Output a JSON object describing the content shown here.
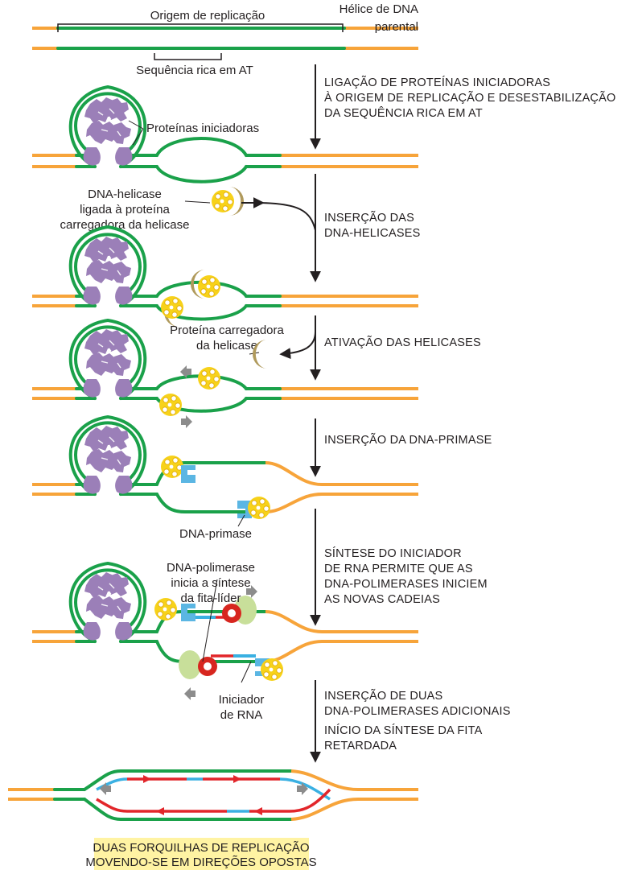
{
  "top": {
    "origin_label": "Origem de replicação",
    "helix_label": [
      "Hélice de DNA",
      "parental"
    ],
    "at_label": "Sequência rica em AT"
  },
  "steps": [
    [
      "LIGAÇÃO DE PROTEÍNAS INICIADORAS",
      "À ORIGEM DE REPLICAÇÃO E DESESTABILIZAÇÃO",
      "DA SEQUÊNCIA RICA EM AT"
    ],
    [
      "INSERÇÃO DAS",
      "DNA-HELICASES"
    ],
    [
      "ATIVAÇÃO DAS HELICASES"
    ],
    [
      "INSERÇÃO DA DNA-PRIMASE"
    ],
    [
      "SÍNTESE DO INICIADOR",
      "DE RNA PERMITE QUE AS",
      "DNA-POLIMERASES INICIEM",
      "AS NOVAS CADEIAS"
    ],
    [
      "INSERÇÃO DE DUAS",
      "DNA-POLIMERASES ADICIONAIS",
      "INÍCIO DA SÍNTESE DA FITA",
      "RETARDADA"
    ]
  ],
  "labels": {
    "initiator_proteins": "Proteínas iniciadoras",
    "helicase_bound": [
      "DNA-helicase",
      "ligada à proteína",
      "carregadora da helicase"
    ],
    "helicase_loader": [
      "Proteína carregadora",
      "da helicase"
    ],
    "primase": "DNA-primase",
    "polymerase": [
      "DNA-polimerase",
      "inicia a síntese",
      "da fita-líder"
    ],
    "rna_primer": [
      "Iniciador",
      "de RNA"
    ]
  },
  "result": [
    "DUAS FORQUILHAS DE REPLICAÇÃO",
    "MOVENDO-SE EM DIREÇÕES OPOSTAS"
  ],
  "colors": {
    "parental_dna": "#f7a43a",
    "origin_dna": "#1aa14a",
    "initiator": "#9b7fb8",
    "helicase": "#f7d21a",
    "loader": "#b09a5c",
    "primase": "#5bb6e3",
    "polymerase_red": "#d7261f",
    "polymerase_green": "#c8df9a",
    "new_dna": "#e2262a",
    "rna_primer": "#3ab0e2",
    "highlight": "#fff3a3"
  }
}
